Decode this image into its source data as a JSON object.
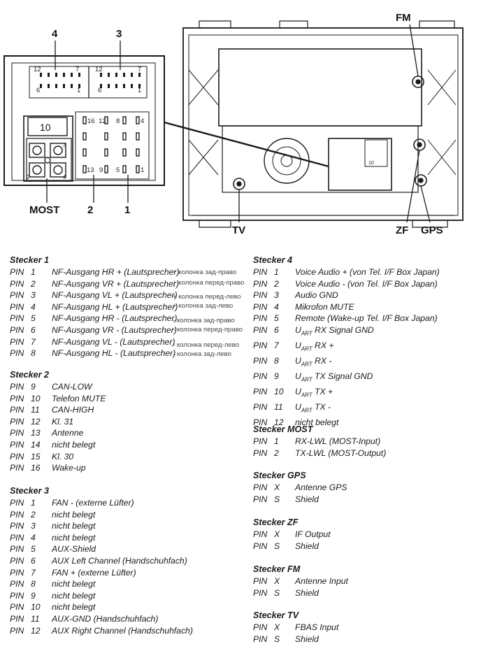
{
  "labels": {
    "connector4": "4",
    "connector3": "3",
    "connector2": "2",
    "connector1": "1",
    "most": "MOST",
    "fm": "FM",
    "tv": "TV",
    "zf": "ZF",
    "gps": "GPS",
    "box10": "10",
    "mini10": "10"
  },
  "pin_marks": {
    "c4_12": "12",
    "c4_7": "7",
    "c4_6": "6",
    "c4_1": "1",
    "c3_12": "12",
    "c3_7": "7",
    "c3_6": "6",
    "c3_1": "1",
    "m_3": "3",
    "m_2": "2",
    "m_4": "4",
    "p16": "16",
    "p12": "12",
    "p8": "8",
    "p4": "4",
    "p13": "13",
    "p9": "9",
    "p5": "5",
    "p1": "1"
  },
  "pin_word": "PIN",
  "sections": {
    "s1": {
      "title": "Stecker 1",
      "pins": [
        {
          "n": "1",
          "d": "NF-Ausgang HR + (Lautsprecher)"
        },
        {
          "n": "2",
          "d": "NF-Ausgang VR + (Lautsprecher)"
        },
        {
          "n": "3",
          "d": "NF-Ausgang VL + (Lautsprecher)"
        },
        {
          "n": "4",
          "d": "NF-Ausgang HL + (Lautsprecher)"
        },
        {
          "n": "5",
          "d": "NF-Ausgang HR - (Lautsprecher)"
        },
        {
          "n": "6",
          "d": "NF-Ausgang VR - (Lautsprecher)"
        },
        {
          "n": "7",
          "d": "NF-Ausgang VL - (Lautsprecher)"
        },
        {
          "n": "8",
          "d": "NF-Ausgang HL - (Lautsprecher)"
        }
      ]
    },
    "s2": {
      "title": "Stecker 2",
      "pins": [
        {
          "n": "9",
          "d": "CAN-LOW"
        },
        {
          "n": "10",
          "d": "Telefon MUTE"
        },
        {
          "n": "11",
          "d": "CAN-HIGH"
        },
        {
          "n": "12",
          "d": "Kl. 31"
        },
        {
          "n": "13",
          "d": "Antenne"
        },
        {
          "n": "14",
          "d": "nicht belegt"
        },
        {
          "n": "15",
          "d": "Kl. 30"
        },
        {
          "n": "16",
          "d": "Wake-up"
        }
      ]
    },
    "s3": {
      "title": "Stecker 3",
      "pins": [
        {
          "n": "1",
          "d": "FAN - (externe Lüfter)"
        },
        {
          "n": "2",
          "d": "nicht belegt"
        },
        {
          "n": "3",
          "d": "nicht belegt"
        },
        {
          "n": "4",
          "d": "nicht belegt"
        },
        {
          "n": "5",
          "d": "AUX-Shield"
        },
        {
          "n": "6",
          "d": "AUX Left Channel (Handschuhfach)"
        },
        {
          "n": "7",
          "d": "FAN + (externe Lüfter)"
        },
        {
          "n": "8",
          "d": "nicht belegt"
        },
        {
          "n": "9",
          "d": "nicht belegt"
        },
        {
          "n": "10",
          "d": "nicht belegt"
        },
        {
          "n": "11",
          "d": "AUX-GND (Handschuhfach)"
        },
        {
          "n": "12",
          "d": "AUX Right Channel (Handschuhfach)"
        }
      ]
    },
    "s4": {
      "title": "Stecker 4",
      "pins": [
        {
          "n": "1",
          "d": "Voice Audio + (von Tel. I/F Box Japan)"
        },
        {
          "n": "2",
          "d": "Voice Audio - (von Tel. I/F Box Japan)"
        },
        {
          "n": "3",
          "d": "Audio GND"
        },
        {
          "n": "4",
          "d": "Mikrofon MUTE"
        },
        {
          "n": "5",
          "d": "Remote (Wake-up Tel. I/F Box Japan)"
        },
        {
          "n": "6",
          "u": "U",
          "s": "ART",
          "d": " RX Signal GND"
        },
        {
          "n": "7",
          "u": "U",
          "s": "ART",
          "d": " RX +"
        },
        {
          "n": "8",
          "u": "U",
          "s": "ART",
          "d": " RX -"
        },
        {
          "n": "9",
          "u": "U",
          "s": "ART",
          "d": " TX Signal GND"
        },
        {
          "n": "10",
          "u": "U",
          "s": "ART",
          "d": " TX +"
        },
        {
          "n": "11",
          "u": "U",
          "s": "ART",
          "d": " TX -"
        },
        {
          "n": "12",
          "d": "nicht belegt"
        }
      ]
    },
    "most": {
      "title": "Stecker MOST",
      "pins": [
        {
          "n": "1",
          "d": "RX-LWL (MOST-Input)"
        },
        {
          "n": "2",
          "d": "TX-LWL (MOST-Output)"
        }
      ]
    },
    "gps": {
      "title": "Stecker GPS",
      "pins": [
        {
          "n": "X",
          "d": "Antenne GPS"
        },
        {
          "n": "S",
          "d": "Shield"
        }
      ]
    },
    "zf": {
      "title": "Stecker ZF",
      "pins": [
        {
          "n": "X",
          "d": "IF Output"
        },
        {
          "n": "S",
          "d": "Shield"
        }
      ]
    },
    "fm": {
      "title": "Stecker FM",
      "pins": [
        {
          "n": "X",
          "d": "Antenne Input"
        },
        {
          "n": "S",
          "d": "Shield"
        }
      ]
    },
    "tv": {
      "title": "Stecker TV",
      "pins": [
        {
          "n": "X",
          "d": "FBAS Input"
        },
        {
          "n": "S",
          "d": "Shield"
        }
      ]
    }
  },
  "notes": [
    "+ колонка зад-право",
    "+ колонка перед-право",
    "+ колонка перед-лево",
    "+ колонка зад-лево",
    "- колонка зад-право",
    "- колонка перед-право",
    "- колонка перед-лево",
    "- колонка зад-лево"
  ]
}
